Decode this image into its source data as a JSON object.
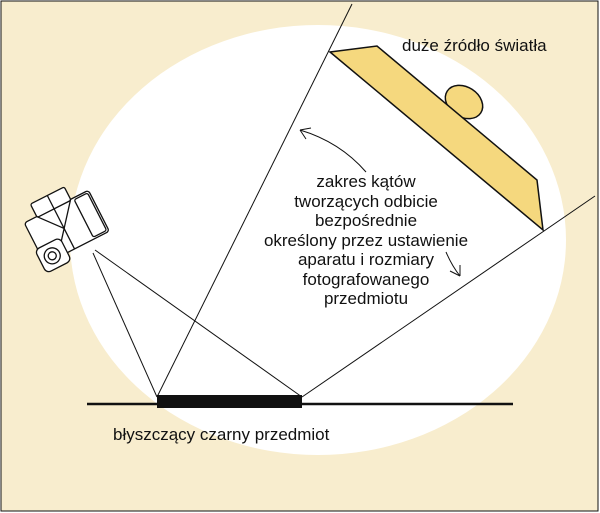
{
  "labels": {
    "light_source": "duże źródło światła",
    "object": "błyszczący czarny przedmiot",
    "angle_range": [
      "zakres kątów",
      "tworzących odbicie",
      "bezpośrednie",
      "określony przez ustawienie",
      "aparatu i rozmiary",
      "fotografowanego",
      "przedmiotu"
    ]
  },
  "colors": {
    "background": "#f8edce",
    "ellipse": "#ffffff",
    "light_fill": "#f5d87e",
    "object_fill": "#111111",
    "stroke": "#111111"
  },
  "icons": {
    "camera": "camera-icon",
    "light": "softbox-light-icon"
  }
}
